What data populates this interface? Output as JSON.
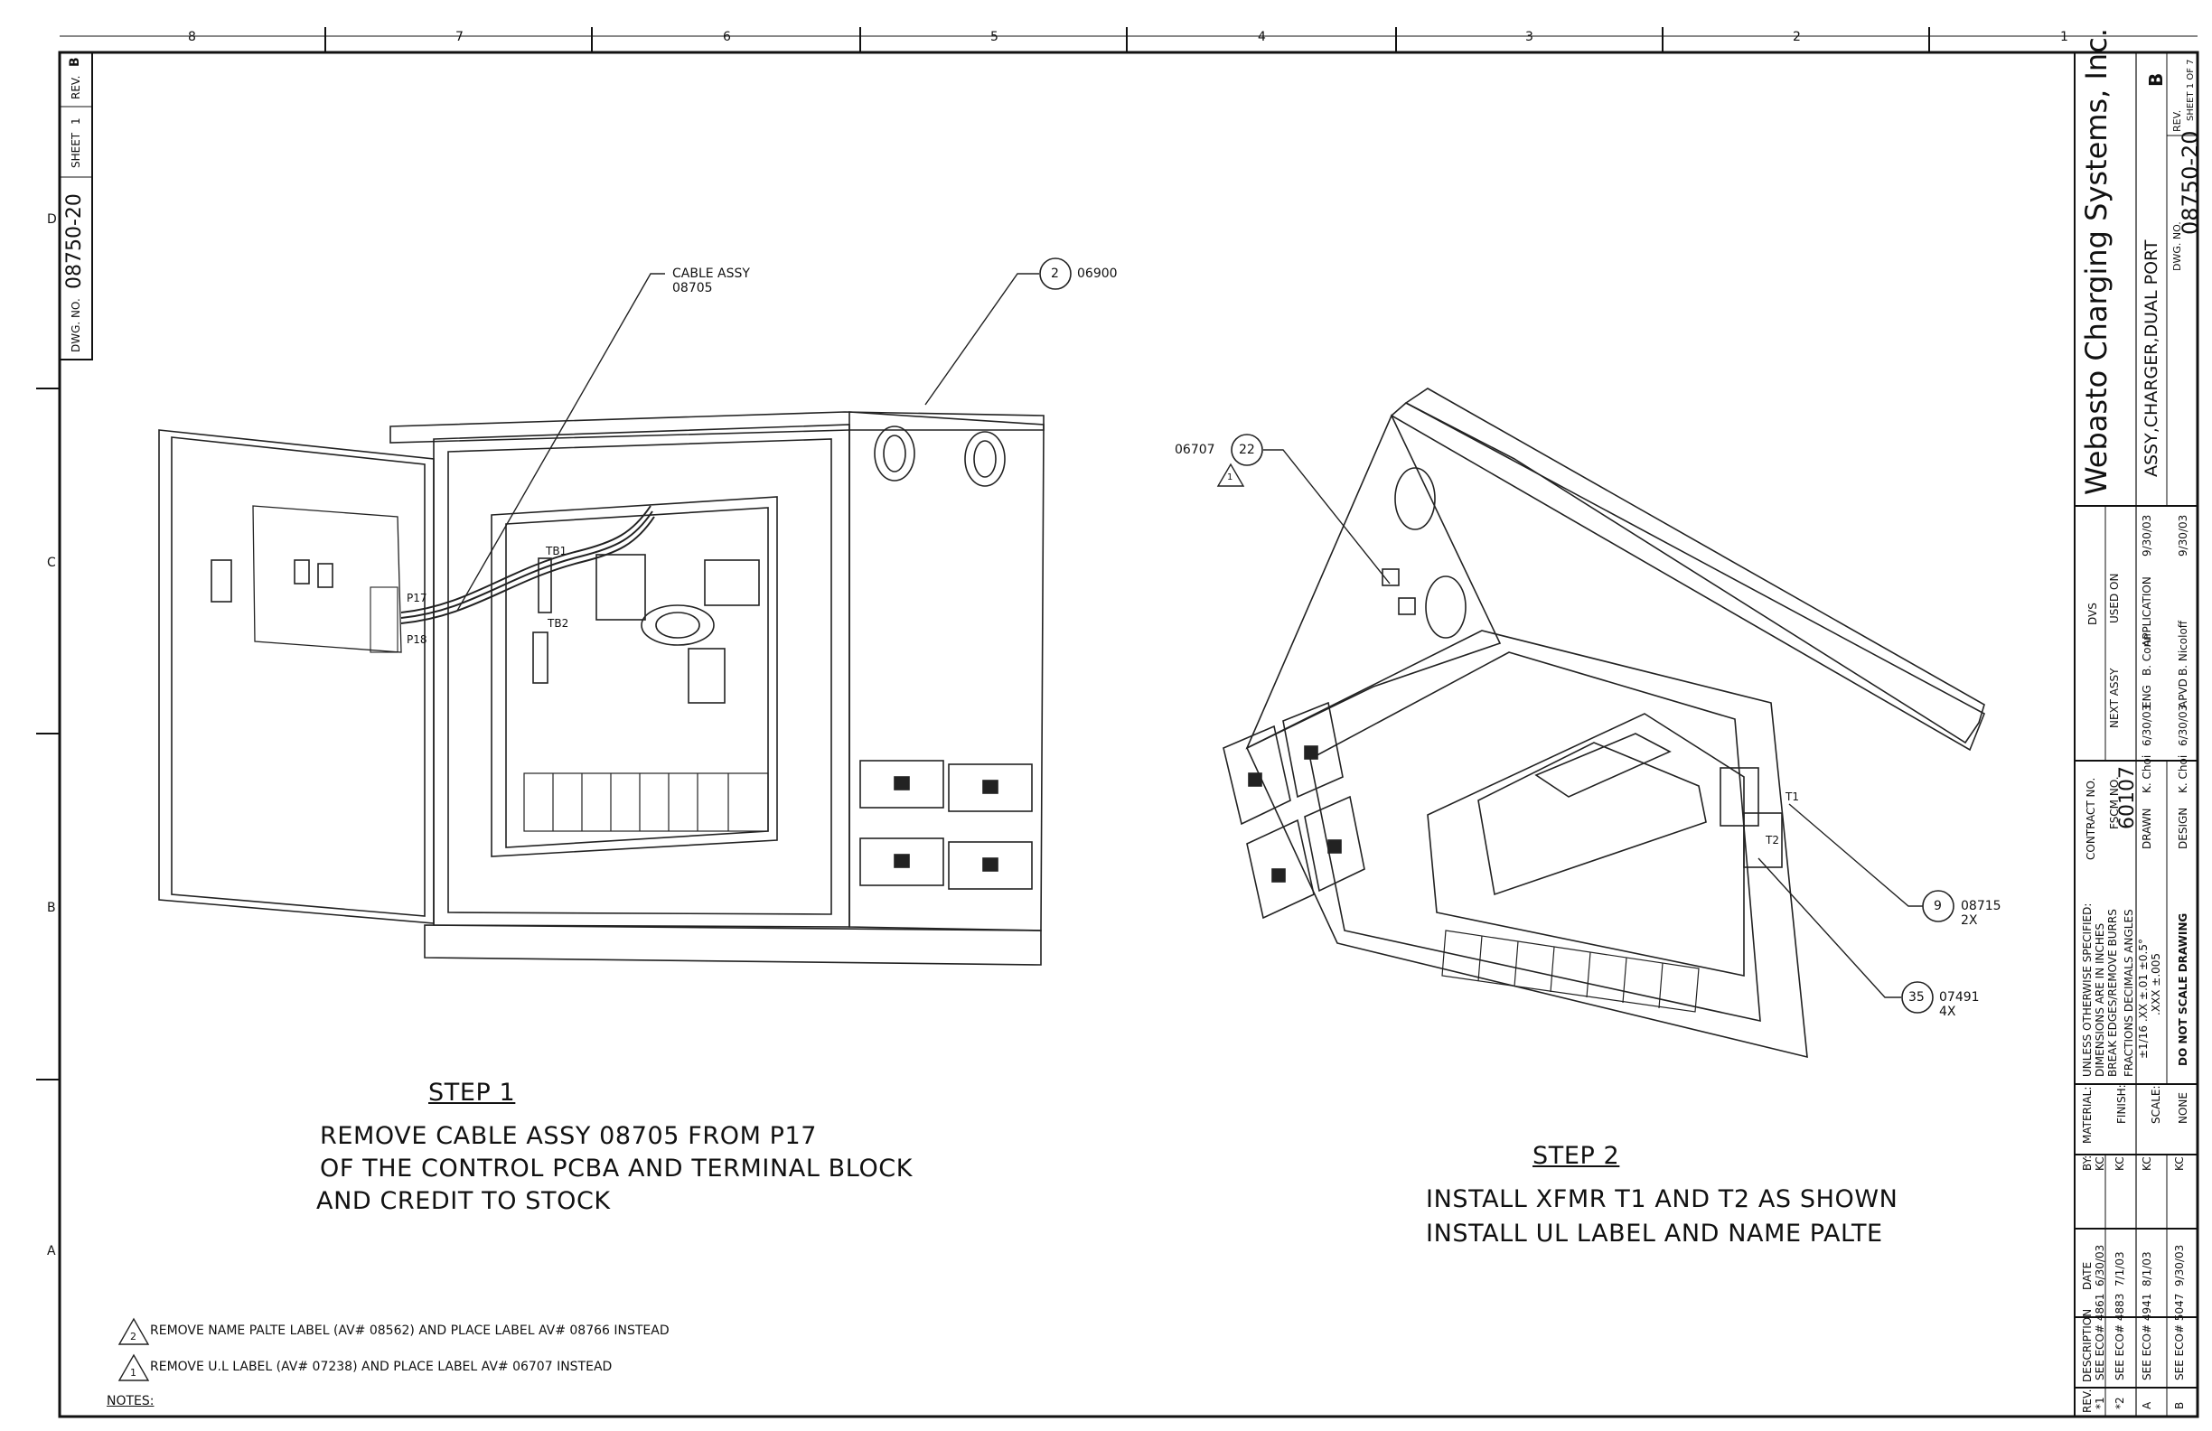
{
  "zones": {
    "columns": [
      "8",
      "7",
      "6",
      "5",
      "4",
      "3",
      "2",
      "1"
    ],
    "rows": [
      "D",
      "C",
      "B",
      "A"
    ]
  },
  "side_strip": {
    "rev_label": "REV.",
    "rev_value": "B",
    "sheet_label": "SHEET",
    "sheet_value": "1",
    "dwg_no_label": "DWG. NO.",
    "dwg_no_value": "08750-20"
  },
  "callouts": {
    "cable_assy": {
      "label": "CABLE ASSY",
      "part": "08705"
    },
    "c2": {
      "num": "2",
      "part": "06900"
    },
    "c22": {
      "num": "22",
      "part": "06707",
      "rev_tri": "1"
    },
    "c9": {
      "num": "9",
      "part": "08715",
      "qty": "2X"
    },
    "c35": {
      "num": "35",
      "part": "07491",
      "qty": "4X"
    },
    "p17": "P17",
    "p18": "P18",
    "tb1": "TB1",
    "tb2": "TB2",
    "t1": "T1",
    "t2": "T2"
  },
  "step1": {
    "title": "STEP 1",
    "lines": [
      "REMOVE CABLE ASSY 08705 FROM P17",
      "OF THE CONTROL PCBA AND TERMINAL BLOCK",
      "AND CREDIT TO STOCK"
    ]
  },
  "step2": {
    "title": "STEP 2",
    "lines": [
      "INSTALL XFMR T1 AND T2 AS SHOWN",
      "INSTALL UL LABEL AND NAME PALTE"
    ]
  },
  "notes": {
    "header": "NOTES:",
    "items": [
      {
        "tri": "2",
        "text": "REMOVE NAME PALTE LABEL (AV# 08562) AND PLACE LABEL AV# 08766 INSTEAD"
      },
      {
        "tri": "1",
        "text": "REMOVE U.L LABEL (AV# 07238) AND PLACE LABEL AV# 06707 INSTEAD"
      }
    ]
  },
  "title_block": {
    "company": "Webasto Charging Systems, Inc.",
    "title": "ASSY,CHARGER,DUAL PORT",
    "dwg_no_label": "DWG. NO.",
    "dwg_no": "08750-20",
    "rev_label": "REV.",
    "rev": "B",
    "sheet": "SHEET 1 OF 7",
    "dvs": "DVS",
    "next_assy": "NEXT ASSY",
    "used_on": "USED ON",
    "application": "APPLICATION",
    "contract_no": "CONTRACT NO.",
    "fscm_label": "FSCM NO.",
    "fscm": "60107",
    "people": [
      {
        "role": "DESIGN",
        "name": "K. Choi",
        "date": "6/30/03"
      },
      {
        "role": "DRAWN",
        "name": "K. Choi",
        "date": "6/30/03"
      },
      {
        "role": "APVD",
        "name": "B. Nicoloff",
        "date": "9/30/03"
      },
      {
        "role": "ENG",
        "name": "B. Conn",
        "date": "9/30/03"
      }
    ],
    "tolerances": [
      "UNLESS OTHERWISE SPECIFIED:",
      "DIMENSIONS ARE IN INCHES",
      "BREAK EDGES/REMOVE BURRS",
      "FRACTIONS  DECIMALS  ANGLES",
      "±1/16   .XX ±.01   ±0.5°",
      ".XXX ±.005"
    ],
    "do_not_scale": "DO NOT SCALE DRAWING",
    "material_label": "MATERIAL:",
    "finish_label": "FINISH:",
    "scale_label": "SCALE:",
    "scale_value": "NONE",
    "revisions_header": {
      "rev": "REV.",
      "desc": "DESCRIPTION",
      "date": "DATE",
      "by": "BY:"
    },
    "revisions": [
      {
        "rev": "*1",
        "desc": "SEE ECO# 4861",
        "date": "6/30/03",
        "by": "KC"
      },
      {
        "rev": "*2",
        "desc": "SEE ECO# 4883",
        "date": "7/1/03",
        "by": "KC"
      },
      {
        "rev": "A",
        "desc": "SEE ECO# 4941",
        "date": "8/1/03",
        "by": "KC"
      },
      {
        "rev": "B",
        "desc": "SEE ECO# 5047",
        "date": "9/30/03",
        "by": "KC"
      }
    ]
  }
}
